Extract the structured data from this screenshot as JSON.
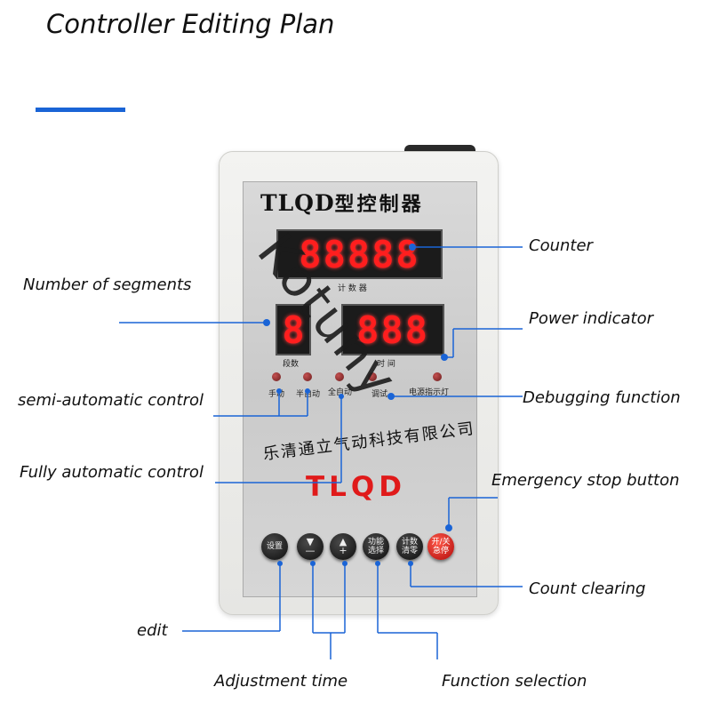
{
  "title": "Controller Editing Plan",
  "device": {
    "model_text": "TLQD",
    "model_cn": "型控制器",
    "counter_display": "88888",
    "segment_display": "8",
    "time_display": "888",
    "counter_caption": "计 数 器",
    "segment_caption": "段数",
    "time_caption": "时 间",
    "led_labels": [
      "手动",
      "半自动",
      "全自动",
      "调试",
      "电源指示灯"
    ],
    "company_name": "乐清通立气动科技有限公司",
    "brand": "TLQD",
    "buttons": [
      {
        "label": "设置",
        "type": "edit"
      },
      {
        "label": "▼\n—",
        "type": "down"
      },
      {
        "label": "▲\n+",
        "type": "up"
      },
      {
        "label": "功能\n选择",
        "type": "function"
      },
      {
        "label": "计数\n清零",
        "type": "clear"
      },
      {
        "label": "开/关\n急停",
        "type": "emergency"
      }
    ],
    "watermark": "Kotuny"
  },
  "annotations": {
    "counter": "Counter",
    "number_of_segments": "Number of segments",
    "power_indicator": "Power indicator",
    "semi_automatic": "semi-automatic control",
    "debugging": "Debugging function",
    "fully_automatic": "Fully automatic control",
    "emergency_stop": "Emergency stop button",
    "count_clearing": "Count clearing",
    "edit": "edit",
    "adjustment_time": "Adjustment time",
    "function_selection": "Function selection"
  },
  "colors": {
    "accent": "#1a64d6",
    "display_red": "#ff1e1e",
    "brand_red": "#e01a1a"
  }
}
